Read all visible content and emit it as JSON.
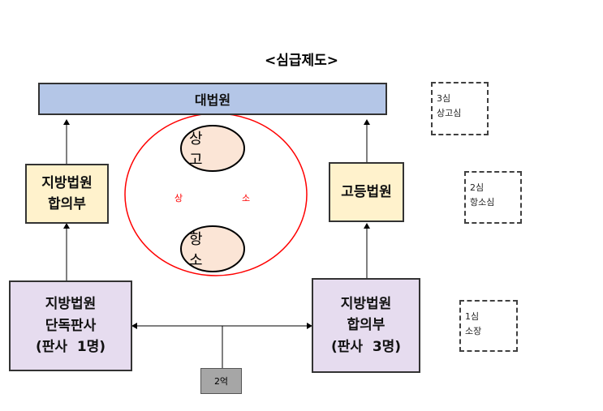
{
  "title": "<심급제도>",
  "supreme_court": "대법원",
  "district_collegiate_upper": [
    "지방법원",
    "합의부"
  ],
  "high_court": "고등법원",
  "district_single": [
    "지방법원",
    "단독판사",
    "(판사  1명)"
  ],
  "district_collegiate_lower": [
    "지방법원",
    "합의부",
    "(판사  3명)"
  ],
  "appeal_terms": {
    "sanggo": "상 고",
    "hangso": "항 소",
    "sangso_left": "상",
    "sangso_right": "소"
  },
  "threshold": "2억",
  "instances": [
    {
      "level": "3심",
      "name": "상고심"
    },
    {
      "level": "2심",
      "name": "항소심"
    },
    {
      "level": "1심",
      "name": "소장"
    }
  ],
  "colors": {
    "supreme": "#b4c6e7",
    "mid": "#fff2cc",
    "low": "#e6dcef",
    "ellipse": "#ff0000",
    "oval": "#fbe5d6"
  }
}
